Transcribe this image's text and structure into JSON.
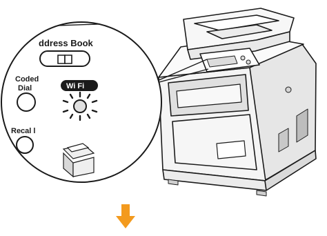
{
  "zoom_panel": {
    "address_book_label": "ddress Book",
    "coded_dial_label_line1": "Coded",
    "coded_dial_label_line2": "Dial",
    "recall_label": "Recal l",
    "wifi_badge_text": "Wi Fi"
  },
  "icons": {
    "address_book": "book-icon",
    "wifi_lamp": "wifi-lamp-icon",
    "down_arrow": "arrow-down-icon"
  },
  "colors": {
    "arrow": "#F39A1E",
    "outline": "#1a1a1a",
    "printer_body": "#F2F2F2",
    "shade": "#CFCFCF"
  }
}
